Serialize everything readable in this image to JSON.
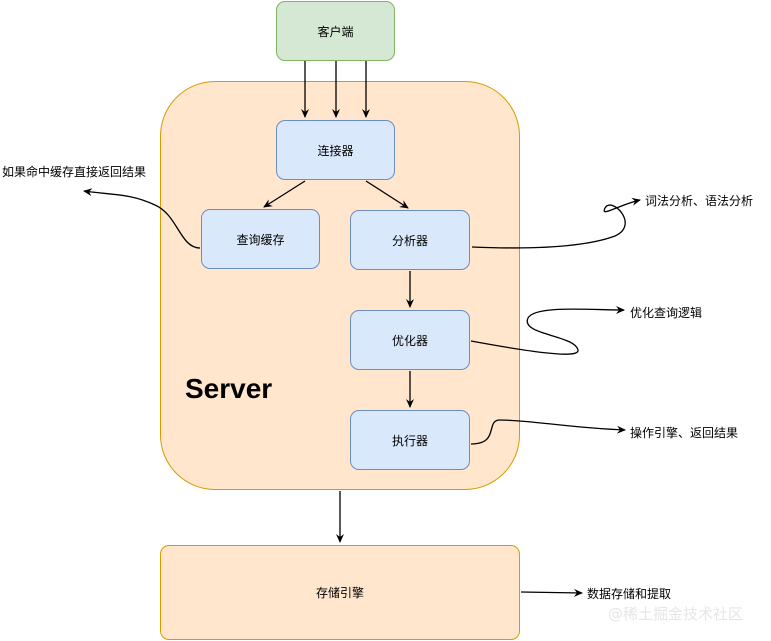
{
  "client": "客户端",
  "server": {
    "title": "Server",
    "connector": "连接器",
    "query_cache": "查询缓存",
    "analyzer": "分析器",
    "optimizer": "优化器",
    "executor": "执行器"
  },
  "storage_engine": "存储引擎",
  "annotations": {
    "cache_hit": "如果命中缓存直接返回结果",
    "analyzer_note": "词法分析、语法分析",
    "optimizer_note": "优化查询逻辑",
    "executor_note": "操作引擎、返回结果",
    "storage_note": "数据存储和提取"
  },
  "watermark": "@稀土掘金技术社区",
  "colors": {
    "client_fill": "#d5e8d4",
    "client_border": "#82b366",
    "server_fill": "#ffe6cc",
    "server_border": "#d79b00",
    "component_fill": "#dae8fc",
    "component_border": "#6c8ebf"
  }
}
